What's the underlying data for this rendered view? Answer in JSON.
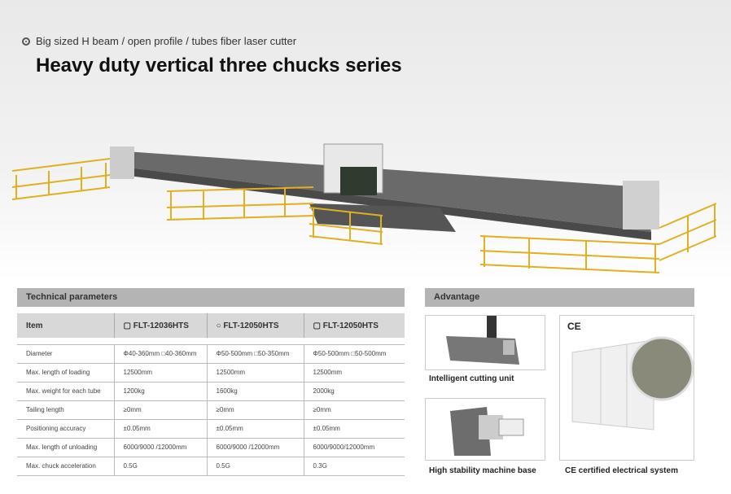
{
  "header": {
    "subtitle": "Big sized H beam / open profile / tubes fiber laser cutter",
    "title": "Heavy duty vertical three chucks series"
  },
  "tech": {
    "title": "Technical parameters",
    "columns": [
      "Item",
      "FLT-12036HTS",
      "FLT-12050HTS",
      "FLT-12050HTS"
    ],
    "rows": [
      [
        "Diameter",
        "Φ40-360mm □40-360mm",
        "Φ50-500mm □50-350mm",
        "Φ50-500mm □50-500mm"
      ],
      [
        "Max. length of loading",
        "12500mm",
        "12500mm",
        "12500mm"
      ],
      [
        "Max. weight for each tube",
        "1200kg",
        "1600kg",
        "2000kg"
      ],
      [
        "Tailing length",
        "≥0mm",
        "≥0mm",
        "≥0mm"
      ],
      [
        "Positioning accuracy",
        "±0.05mm",
        "±0.05mm",
        "±0.05mm"
      ],
      [
        "Max. length of unloading",
        "6000/9000 /12000mm",
        "6000/9000 /12000mm",
        "6000/9000/12000mm"
      ],
      [
        "Max. chuck acceleration",
        "0.5G",
        "0.5G",
        "0.3G"
      ]
    ]
  },
  "advantage": {
    "title": "Advantage",
    "items": [
      "Intelligent cutting unit",
      "High stability machine base",
      "CE certified electrical system"
    ],
    "ce_mark": "CE"
  }
}
